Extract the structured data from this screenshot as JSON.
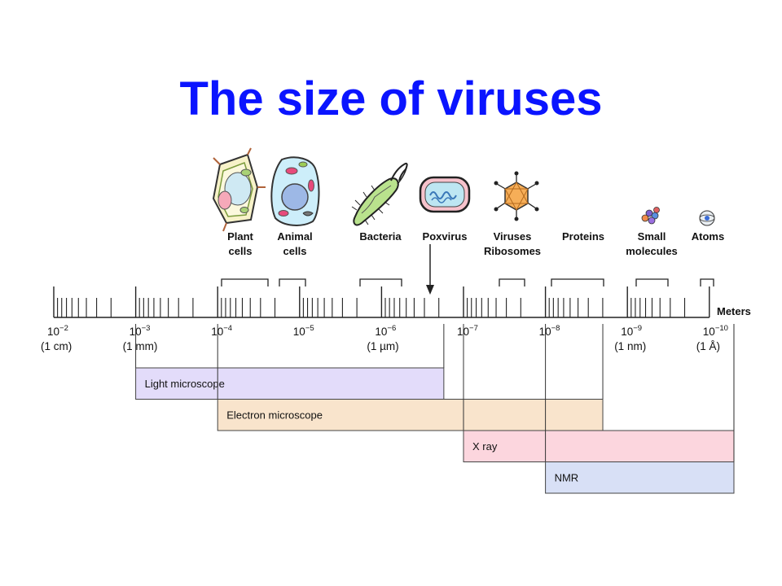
{
  "title": "The size of viruses",
  "unit_label": "Meters",
  "categories": [
    {
      "id": "plant",
      "lines": [
        "Plant",
        "cells"
      ]
    },
    {
      "id": "animal",
      "lines": [
        "Animal",
        "cells"
      ]
    },
    {
      "id": "bacteria",
      "lines": [
        "Bacteria"
      ]
    },
    {
      "id": "poxvirus",
      "lines": [
        "Poxvirus"
      ]
    },
    {
      "id": "viruses",
      "lines": [
        "Viruses",
        "Ribosomes"
      ]
    },
    {
      "id": "proteins",
      "lines": [
        "Proteins"
      ]
    },
    {
      "id": "small",
      "lines": [
        "Small",
        "molecules"
      ]
    },
    {
      "id": "atoms",
      "lines": [
        "Atoms"
      ]
    }
  ],
  "scale": {
    "exponents": [
      -2,
      -3,
      -4,
      -5,
      -6,
      -7,
      -8,
      -9,
      -10
    ],
    "base_text": "10",
    "unit_notes": {
      "-2": "(1 cm)",
      "-3": "(1 mm)",
      "-6": "(1 µm)",
      "-9": "(1 nm)",
      "-10": "(1 Å)"
    }
  },
  "methods": [
    {
      "name": "Light microscope",
      "from": -3,
      "to": -6.76,
      "color": "#e3dcfa"
    },
    {
      "name": "Electron microscope",
      "from": -4,
      "to": -8.7,
      "color": "#f9e4cc"
    },
    {
      "name": "X ray",
      "from": -7,
      "to": -10.3,
      "color": "#fcd6de"
    },
    {
      "name": "NMR",
      "from": -8,
      "to": -10.3,
      "color": "#d8e0f6"
    }
  ]
}
